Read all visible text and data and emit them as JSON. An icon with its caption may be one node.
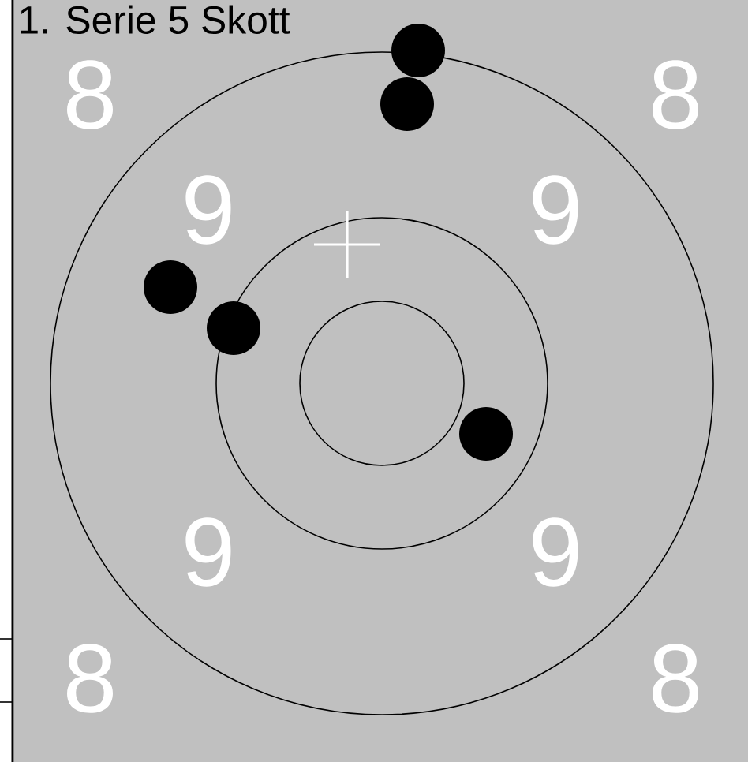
{
  "diagram": {
    "title": "1. Serie 5 Skott",
    "labels": [
      "8",
      "8",
      "9",
      "9",
      "9",
      "9",
      "8",
      "8"
    ]
  }
}
